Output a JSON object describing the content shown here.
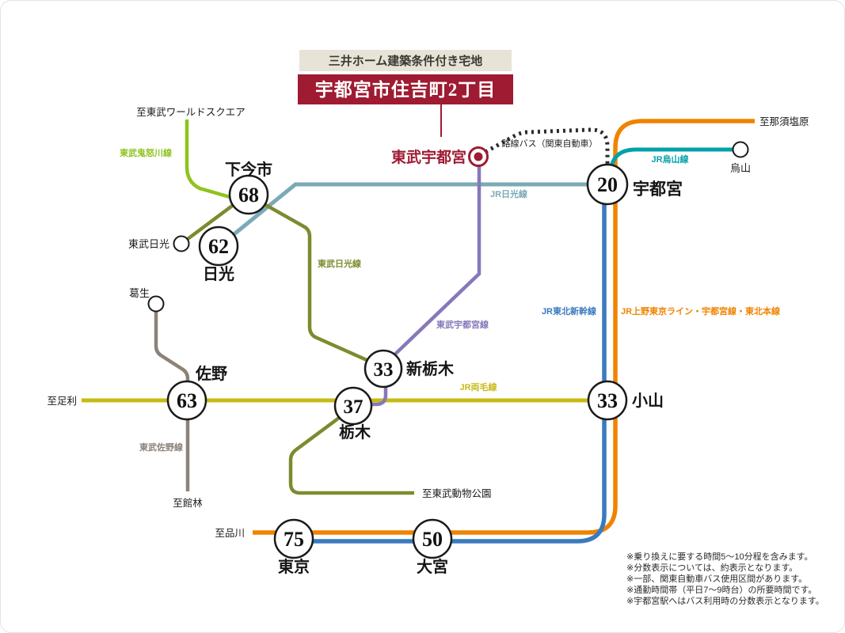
{
  "header": {
    "tagline": "三井ホーム建築条件付き宅地",
    "title": "宇都宮市住吉町2丁目"
  },
  "property_station": {
    "name": "東武宇都宮"
  },
  "bus": {
    "label": "路線バス（関東自動車）"
  },
  "colors": {
    "accent_red": "#9e1b32",
    "tagline_bg": "#e7e3d7",
    "bus_dotted": "#2b2b2b",
    "circle_stroke": "#1a1a1a"
  },
  "lines": {
    "tobu_kinugawa": {
      "name": "東武鬼怒川線",
      "color": "#8fc31f"
    },
    "jr_karasuyama": {
      "name": "JR烏山線",
      "color": "#00a1a8"
    },
    "jr_nikko": {
      "name": "JR日光線",
      "color": "#7aaab6"
    },
    "tobu_nikko": {
      "name": "東武日光線",
      "color": "#7d8b2f"
    },
    "tobu_utsunomiya": {
      "name": "東武宇都宮線",
      "color": "#8678b9"
    },
    "jr_tohoku_shinkansen": {
      "name": "JR東北新幹線",
      "color": "#3a7abf"
    },
    "jr_ueno_tokyo_line": {
      "name": "JR上野東京ライン・宇都宮線・東北本線",
      "color": "#f08300"
    },
    "jr_ryomo": {
      "name": "JR両毛線",
      "color": "#c9ba14"
    },
    "tobu_sano": {
      "name": "東武佐野線",
      "color": "#8c8278"
    }
  },
  "stations": {
    "shimo_imaichi": {
      "name": "下今市",
      "minutes": "68"
    },
    "nikko": {
      "name": "日光",
      "minutes": "62"
    },
    "utsunomiya": {
      "name": "宇都宮",
      "minutes": "20"
    },
    "shin_tochigi": {
      "name": "新栃木",
      "minutes": "33"
    },
    "tochigi": {
      "name": "栃木",
      "minutes": "37"
    },
    "sano": {
      "name": "佐野",
      "minutes": "63"
    },
    "oyama": {
      "name": "小山",
      "minutes": "33"
    },
    "tokyo": {
      "name": "東京",
      "minutes": "75"
    },
    "omiya": {
      "name": "大宮",
      "minutes": "50"
    },
    "tobu_nikko": {
      "name": "東武日光"
    },
    "kuzuu": {
      "name": "葛生"
    },
    "karasuyama": {
      "name": "烏山"
    }
  },
  "terminals": {
    "tobu_world_square": "至東武ワールドスクエア",
    "nasushiobara": "至那須塩原",
    "ashikaga": "至足利",
    "tatebayashi": "至館林",
    "tobu_dobutsu_koen": "至東武動物公園",
    "shinagawa": "至品川"
  },
  "notes": [
    "※乗り換えに要する時間5～10分程を含みます。",
    "※分数表示については、約表示となります。",
    "※一部、関東自動車バス使用区間があります。",
    "※通勤時間帯（平日7～9時台）の所要時間です。",
    "※宇都宮駅へはバス利用時の分数表示となります。"
  ]
}
